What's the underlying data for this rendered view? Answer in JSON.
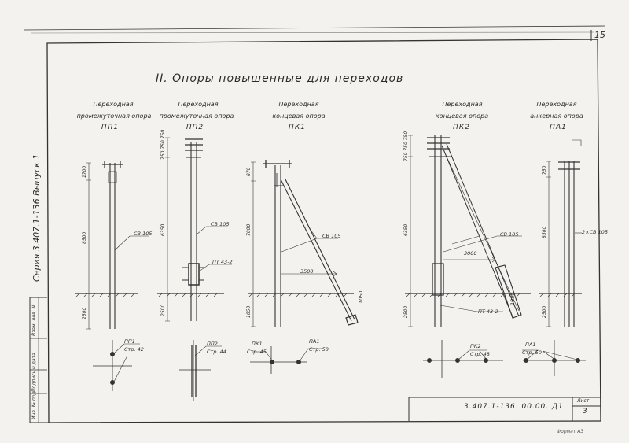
{
  "page": {
    "page_number": "15",
    "heading": "II. Опоры повышенные для переходов",
    "series_stamp": "Серия 3.407.1-136 Выпуск 1",
    "doc_code": "3.407.1-136. 00.00. Д1",
    "sheet_label": "Лист",
    "sheet_number": "3",
    "side_stamp": [
      "Инв. № подл.",
      "Подпись и дата",
      "Взам. инв. №"
    ],
    "footer_note": "Формат А3"
  },
  "supports": [
    {
      "caption": [
        "Переходная",
        "промежуточная опора"
      ],
      "code": "ПП1",
      "dims": [
        "1700",
        "8500",
        "2500"
      ],
      "labels": [
        "СВ 105"
      ],
      "plan_ref": "ПП1",
      "plan_page": "Стр. 42"
    },
    {
      "caption": [
        "Переходная",
        "промежуточная опора"
      ],
      "code": "ПП2",
      "dims": [
        "750 750 750",
        "6350",
        "2500"
      ],
      "labels": [
        "СВ 105",
        "ПТ 43-2"
      ],
      "plan_ref": "ПП2",
      "plan_page": "Стр. 44"
    },
    {
      "caption": [
        "Переходная",
        "концевая опора"
      ],
      "code": "ПК1",
      "dims": [
        "870",
        "7800",
        "1050"
      ],
      "labels": [
        "СВ 105",
        "3500",
        "1050"
      ],
      "plan_ref": "ПК1",
      "plan_page": "Стр. 45",
      "plan_ref2": "ПА1",
      "plan_page2": "Стр. 50"
    },
    {
      "caption": [
        "Переходная",
        "концевая опора"
      ],
      "code": "ПК2",
      "dims": [
        "750 750 750",
        "6350",
        "2500"
      ],
      "labels": [
        "СВ 105",
        "3000",
        "ПТ 43-2",
        "1980"
      ],
      "plan_ref": "ПК2",
      "plan_page": "Стр. 48"
    },
    {
      "caption": [
        "Переходная",
        "анкерная опора"
      ],
      "code": "ПА1",
      "dims": [
        "750",
        "8500",
        "2500"
      ],
      "labels": [
        "2×СВ 105"
      ],
      "plan_ref": "ПА1",
      "plan_page": "Стр. 50"
    }
  ]
}
